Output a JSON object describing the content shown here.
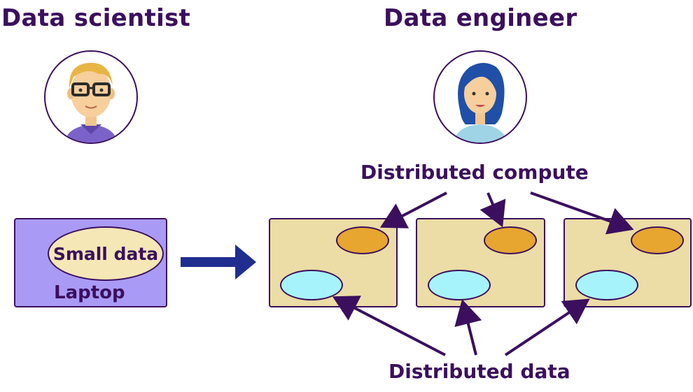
{
  "titles": {
    "left": "Data scientist",
    "right": "Data engineer"
  },
  "laptop": {
    "label": "Laptop",
    "data_label": "Small data"
  },
  "labels": {
    "compute": "Distributed compute",
    "data": "Distributed data"
  },
  "colors": {
    "text": "#3b0f5e",
    "laptop_fill": "#a99bf5",
    "node_fill": "#ecdca5",
    "compute_fill": "#e6a630",
    "data_fill": "#a7f3fb",
    "small_data_fill": "#f5e7b6",
    "big_arrow": "#1f2e8f"
  },
  "icons": {
    "scientist_avatar": "male-glasses-avatar-icon",
    "engineer_avatar": "female-avatar-icon",
    "flow_arrow": "right-arrow-icon"
  }
}
